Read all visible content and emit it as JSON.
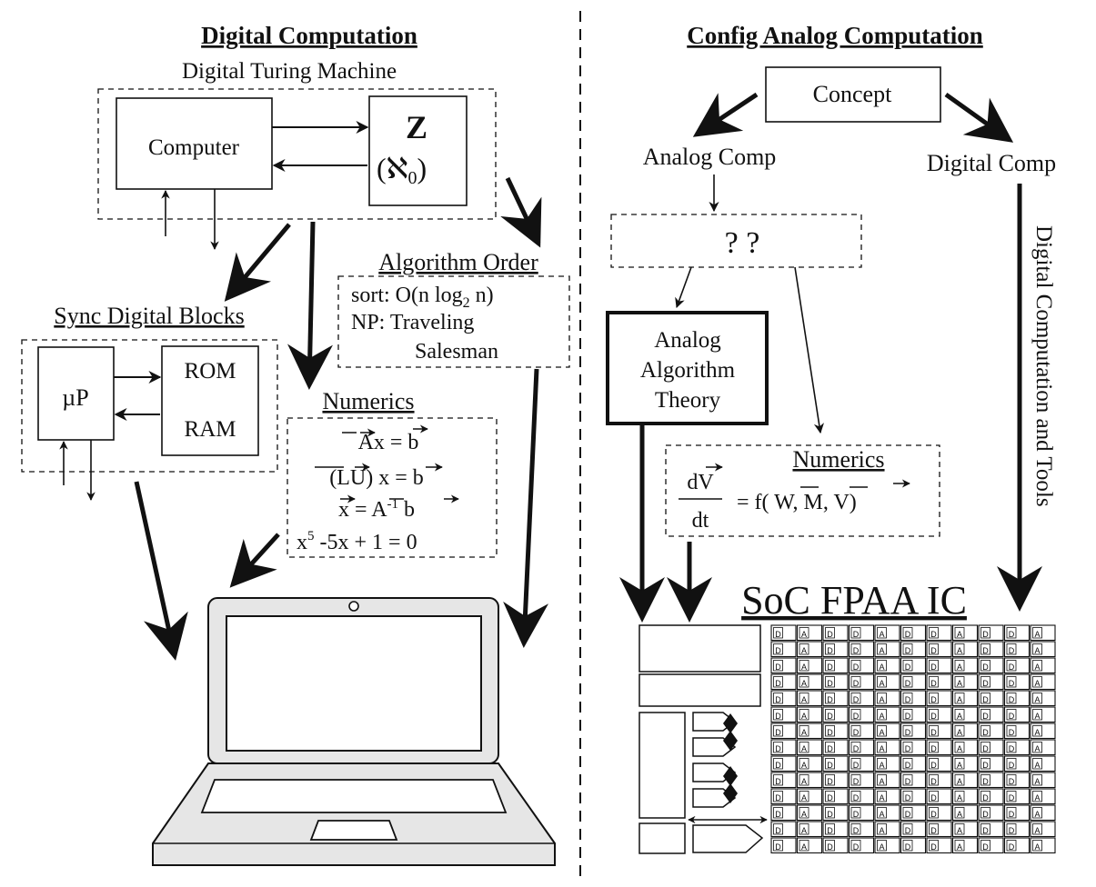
{
  "left_heading": "Digital Computation",
  "right_heading": "Config Analog Computation",
  "turing": {
    "label": "Digital Turing Machine",
    "computer": "Computer",
    "tape_symbol": "Z",
    "tape_set": "(ℵ",
    "tape_sub": "0",
    "tape_close": ")"
  },
  "sync_blocks": {
    "label": "Sync Digital Blocks",
    "up": "µP",
    "rom": "ROM",
    "ram": "RAM"
  },
  "algorithm_order": {
    "label": "Algorithm Order",
    "line1": "sort: O(n log",
    "line1_sub": "2",
    "line1_end": " n)",
    "line2": "NP: Traveling",
    "line3": "Salesman"
  },
  "numerics_left": {
    "label": "Numerics",
    "eq1": "Ax = b",
    "eq2": "(LU) x = b",
    "eq3": "x = A",
    "eq3_sup": "-1",
    "eq3_end": " b",
    "eq4_a": "x",
    "eq4_sup": "5",
    "eq4_b": " -5x + 1 = 0"
  },
  "concept": "Concept",
  "analog_comp": "Analog Comp",
  "digital_comp": "Digital Comp",
  "unknown": "? ?",
  "analog_theory": [
    "Analog",
    "Algorithm",
    "Theory"
  ],
  "numerics_right": {
    "label": "Numerics",
    "num": "dV",
    "den": "dt",
    "rhs": "= f( W, M, V)"
  },
  "tools_label": "Digital Computation and Tools",
  "soc_label": "SoC FPAA IC",
  "grid_rows": [
    "DADDADDADDA",
    "DADDADDADDA",
    "DADDADDADDA",
    "DADDADDADDA",
    "DADDADDADDA",
    "DADDADDADDA",
    "DADDADDADDA",
    "DADDADDADDA",
    "DADDADDADDA",
    "DADDADDADDA",
    "DADDADDADDA",
    "DADDADDADDA",
    "DADDADDADDA",
    "DADDADDADDA"
  ]
}
